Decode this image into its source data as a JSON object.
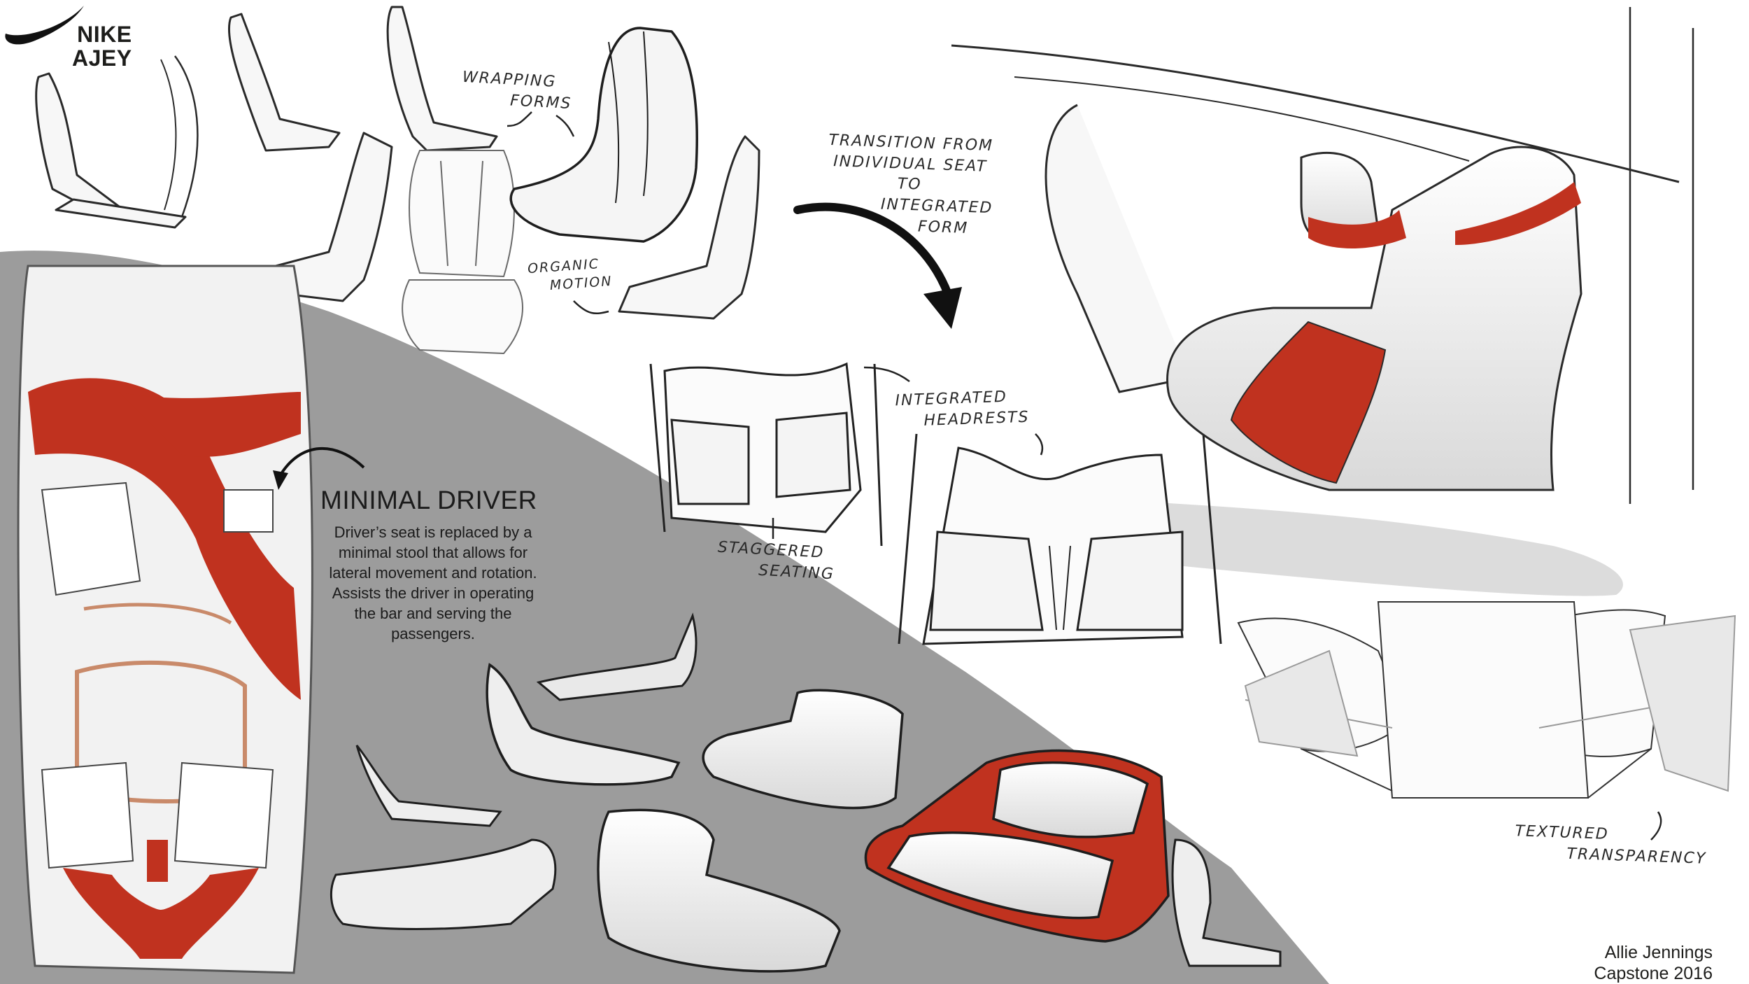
{
  "brand": {
    "logo_icon": "nike-swoosh-icon",
    "name_line1": "NIKE",
    "name_line2": "AJEY"
  },
  "annotations": {
    "wrapping_forms": [
      "WRAPPING",
      "FORMS"
    ],
    "organic_motion": [
      "ORGANIC",
      "MOTION"
    ],
    "transition": [
      "TRANSITION FROM",
      "INDIVIDUAL SEAT",
      "TO",
      "INTEGRATED",
      "FORM"
    ],
    "integrated_headrests": [
      "INTEGRATED",
      "HEADRESTS"
    ],
    "staggered_seating": [
      "STAGGERED",
      "SEATING"
    ],
    "textured_transparency": [
      "TEXTURED",
      "TRANSPARENCY"
    ]
  },
  "minimal_driver": {
    "title": "MINIMAL DRIVER",
    "description": "Driver’s seat is replaced by a minimal stool that allows for lateral movement and rotation. Assists the driver in operating the bar and serving the passengers."
  },
  "credits": {
    "author": "Allie Jennings",
    "project": "Capstone 2016"
  },
  "colors": {
    "accent_red": "#c0321f",
    "panel_gray": "#9c9c9c",
    "ink": "#1d1d1b",
    "seat_fill": "#f2f2f2",
    "floor_tan": "#c98a6a"
  }
}
